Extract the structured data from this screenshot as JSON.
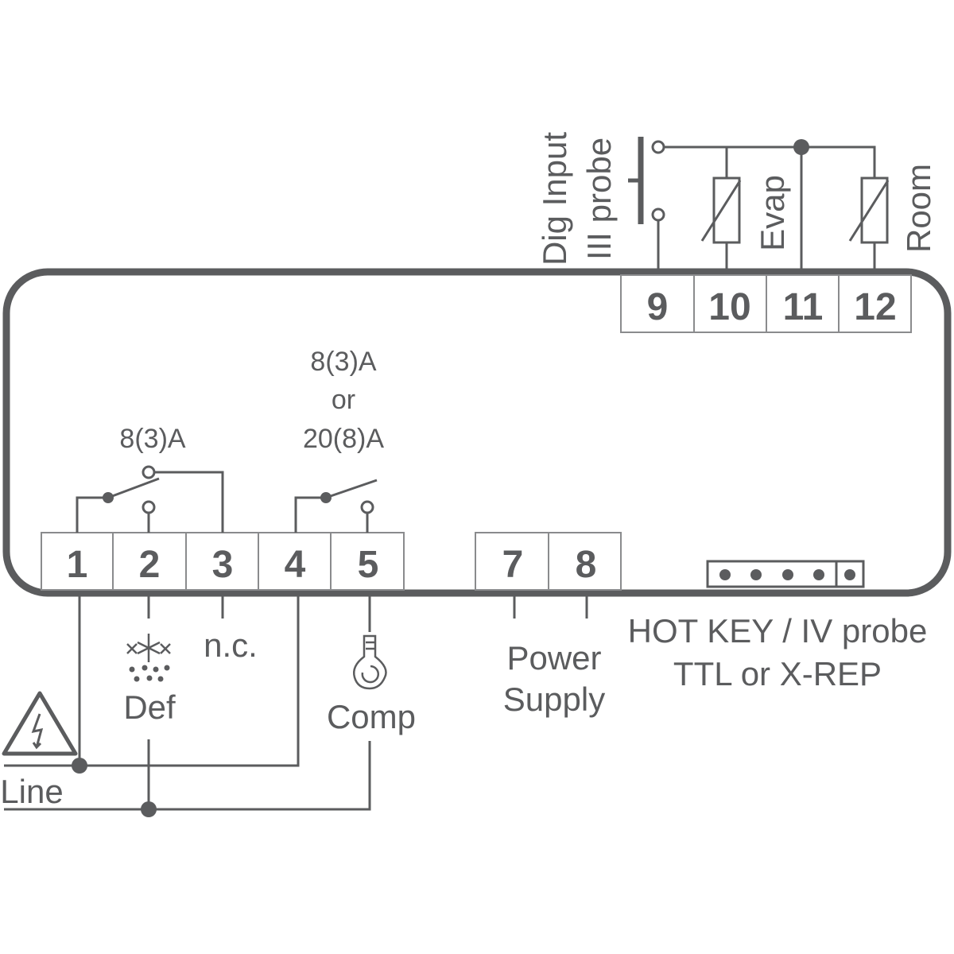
{
  "colors": {
    "ink": "#5b5c5e",
    "background": "#ffffff"
  },
  "terminals_bottom": [
    "1",
    "2",
    "3",
    "4",
    "5",
    "7",
    "8"
  ],
  "terminals_top": [
    "9",
    "10",
    "11",
    "12"
  ],
  "relay_def_rating": "8(3)A",
  "relay_comp_rating": [
    "8(3)A",
    "or",
    "20(8)A"
  ],
  "labels": {
    "def": "Def",
    "nc": "n.c.",
    "comp": "Comp",
    "line": "Line",
    "power_supply": [
      "Power",
      "Supply"
    ],
    "hotkey": [
      "HOT KEY / IV probe",
      "TTL or X-REP"
    ],
    "dig_input": [
      "Dig Input",
      "III probe"
    ],
    "evap": "Evap",
    "room": "Room"
  },
  "icons": [
    "defrost-icon",
    "compressor-icon",
    "high-voltage-warning-icon",
    "thermistor-icon",
    "push-switch-icon"
  ]
}
